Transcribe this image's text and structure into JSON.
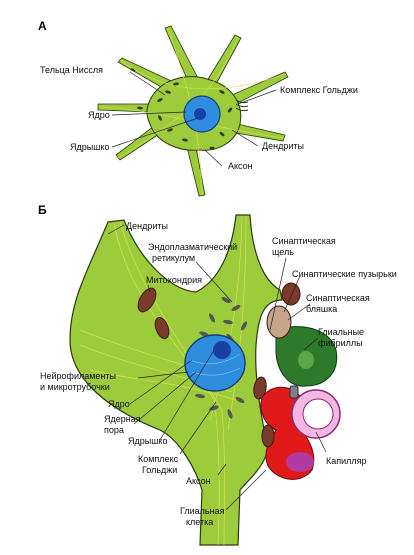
{
  "panels": {
    "a": "А",
    "b": "Б"
  },
  "labels_a": {
    "nissl": "Тельца Нисcля",
    "golgi": "Комплекс Гольджи",
    "nucleus": "Ядро",
    "dendrites": "Дендриты",
    "nucleolus": "Ядрышко",
    "axon": "Аксон"
  },
  "labels_b": {
    "dendrites": "Дендриты",
    "er_1": "Эндоплазматический",
    "er_2": "ретикулум",
    "mito": "Митохондрия",
    "cleft_1": "Синаптическая",
    "cleft_2": "щель",
    "vesicles": "Синаптические пузырьки",
    "plaque_1": "Синаптическая",
    "plaque_2": "бляшка",
    "fibrils_1": "Глиальные",
    "fibrils_2": "фибриллы",
    "neuro_1": "Нейрофиламенты",
    "neuro_2": "и микротрубочки",
    "nucleus": "Ядро",
    "pore_1": "Ядерная",
    "pore_2": "пора",
    "nucleolus": "Ядрышко",
    "golgi_1": "Комплекс",
    "golgi_2": "Гольджи",
    "capillary": "Капилляр",
    "axon": "Аксон",
    "glia_1": "Глиальная",
    "glia_2": "клетка"
  },
  "colors": {
    "cytoplasm": "#9ccc3c",
    "outline": "#2a3a10",
    "nucleus": "#2f8de0",
    "nucleolus": "#1a3fa0",
    "nissl": "#2f3a22",
    "mitochondria": "#7a3a2c",
    "blood": "#e01a1a",
    "capillary_lumen": "#f4b6e2",
    "glia_green": "#2c7a2a"
  }
}
